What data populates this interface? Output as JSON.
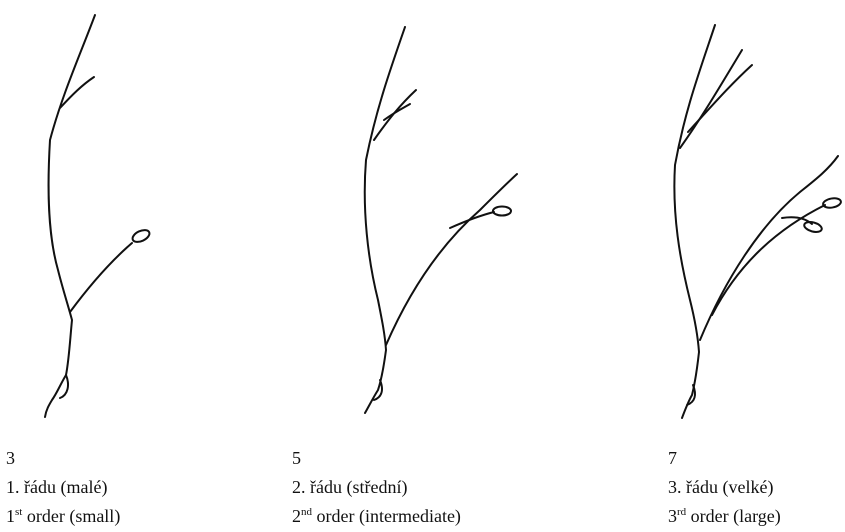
{
  "panels": [
    {
      "number": "3",
      "czech": "1. řádu (malé)",
      "ordinal": "1",
      "suffix": "st",
      "english": "order (small)"
    },
    {
      "number": "5",
      "czech": "2. řádu (střední)",
      "ordinal": "2",
      "suffix": "nd",
      "english": "order (intermediate)"
    },
    {
      "number": "7",
      "czech": "3. řádu (velké)",
      "ordinal": "3",
      "suffix": "rd",
      "english": "order (large)"
    }
  ]
}
